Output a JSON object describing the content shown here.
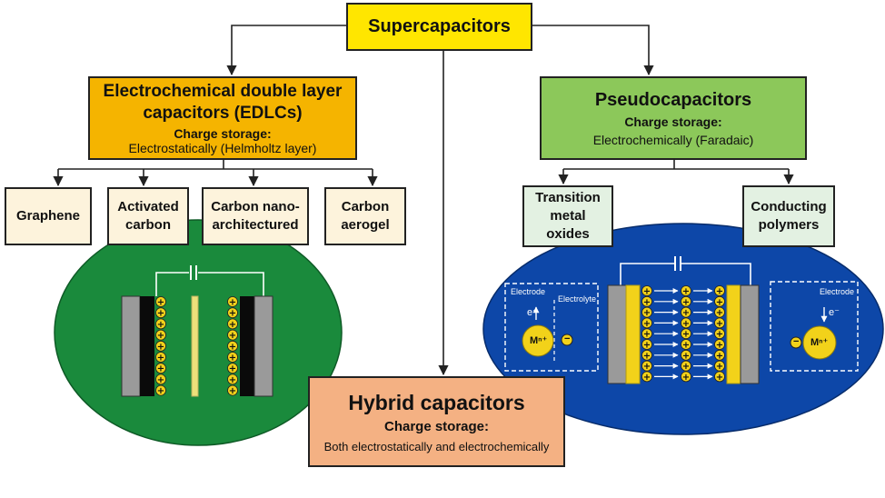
{
  "title": "Supercapacitors",
  "edlc": {
    "title": "Electrochemical double layer capacitors (EDLCs)",
    "charge_label": "Charge storage:",
    "charge_value": "Electrostatically (Helmholtz layer)",
    "materials": [
      "Graphene",
      "Activated carbon",
      "Carbon nano-architectured",
      "Carbon aerogel"
    ]
  },
  "pseudo": {
    "title": "Pseudocapacitors",
    "charge_label": "Charge storage:",
    "charge_value": "Electrochemically (Faradaic)",
    "materials": [
      "Transition metal oxides",
      "Conducting polymers"
    ],
    "left_inset": {
      "electrode": "Electrode",
      "electrolyte": "Electrolyte",
      "electron": "e⁻",
      "ion": "Mⁿ⁺",
      "anion": "−"
    },
    "right_inset": {
      "electrode": "Electrode",
      "electron": "e⁻",
      "ion": "Mⁿ⁺",
      "anion": "−"
    }
  },
  "hybrid": {
    "title": "Hybrid capacitors",
    "charge_label": "Charge storage:",
    "charge_value": "Both electrostatically and electrochemically"
  },
  "symbols": {
    "plus": "+"
  },
  "colors": {
    "title_fill": "#ffe600",
    "edlc_fill": "#f5b400",
    "pseudo_fill": "#8cc85a",
    "hybrid_fill": "#f4b183",
    "edlc_ellipse": "#1a8a3c",
    "pseudo_ellipse": "#0d47a8",
    "ion_yellow": "#f2d21a"
  }
}
